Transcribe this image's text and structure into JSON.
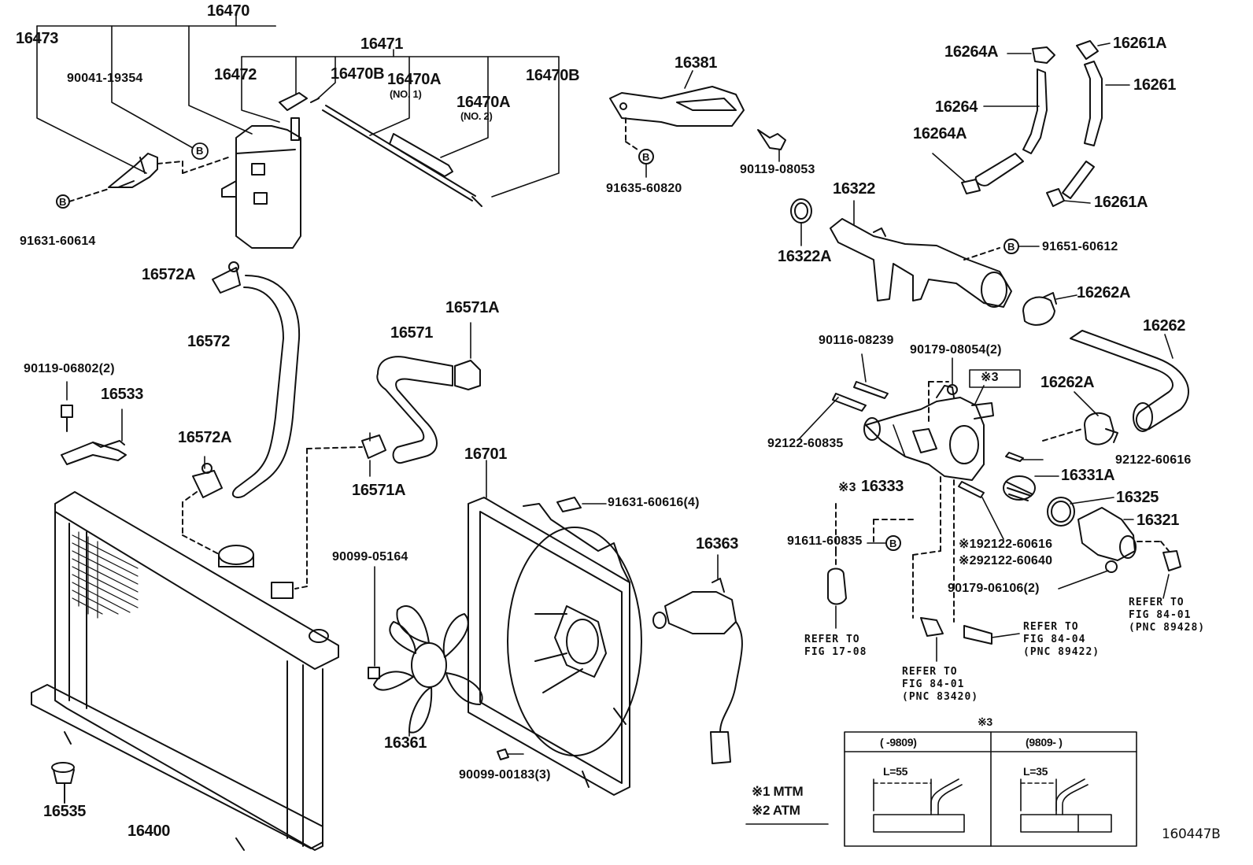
{
  "figure_code": "160447B",
  "labels": {
    "p16470": "16470",
    "p16471": "16471",
    "p16473": "16473",
    "p90041_19354": "90041-19354",
    "p16472": "16472",
    "p16470b_top": "16470B",
    "p16470a_no1": "16470A",
    "no1": "(NO. 1)",
    "p16470a_no2": "16470A",
    "no2": "(NO. 2)",
    "p16470b": "16470B",
    "p91631_60614": "91631-60614",
    "p16572a_top": "16572A",
    "p16572": "16572",
    "p90119_06802": "90119-06802(2)",
    "p16533": "16533",
    "p16572a_bot": "16572A",
    "p16571a_top": "16571A",
    "p16571": "16571",
    "p16571a_bot": "16571A",
    "p16701": "16701",
    "p91631_60616": "91631-60616(4)",
    "p90099_05164": "90099-05164",
    "p16363": "16363",
    "p16361": "16361",
    "p90099_00183": "90099-00183(3)",
    "p16535": "16535",
    "p16400": "16400",
    "p16381": "16381",
    "p91635_60820": "91635-60820",
    "p90119_08053": "90119-08053",
    "p16264a_top": "16264A",
    "p16261a_top": "16261A",
    "p16264": "16264",
    "p16261": "16261",
    "p16264a_mid": "16264A",
    "p16261a_bot": "16261A",
    "p16322": "16322",
    "p16322a": "16322A",
    "p91651_60612": "91651-60612",
    "p16262a_top": "16262A",
    "p16262": "16262",
    "p90116_08239": "90116-08239",
    "p90179_08054": "90179-08054(2)",
    "mark3": "※3",
    "p16262a_mid": "16262A",
    "p92122_60835": "92122-60835",
    "p92122_60616": "92122-60616",
    "mark3_16333": "※3",
    "p16333": "16333",
    "p16331a": "16331A",
    "p16325": "16325",
    "p16321": "16321",
    "p91611_60835": "91611-60835",
    "p92122_60616_m1": "※192122-60616",
    "p92122_60640_m2": "※292122-60640",
    "p90179_06106": "90179-06106(2)",
    "circle_b": "B"
  },
  "refs": {
    "ref_17_08": "REFER TO\nFIG 17-08",
    "ref_84_01_a": "REFER TO\nFIG 84-01\n(PNC 83420)",
    "ref_84_04": "REFER TO\nFIG 84-04\n(PNC 89422)",
    "ref_84_01_b": "REFER TO\nFIG 84-01\n(PNC 89428)"
  },
  "notes": {
    "mtm": "※1 MTM",
    "atm": "※2 ATM"
  },
  "inset": {
    "title": "※3",
    "col_left": "(      -9809)",
    "col_right": "(9809-        )",
    "l_left": "L=55",
    "l_right": "L=35"
  }
}
